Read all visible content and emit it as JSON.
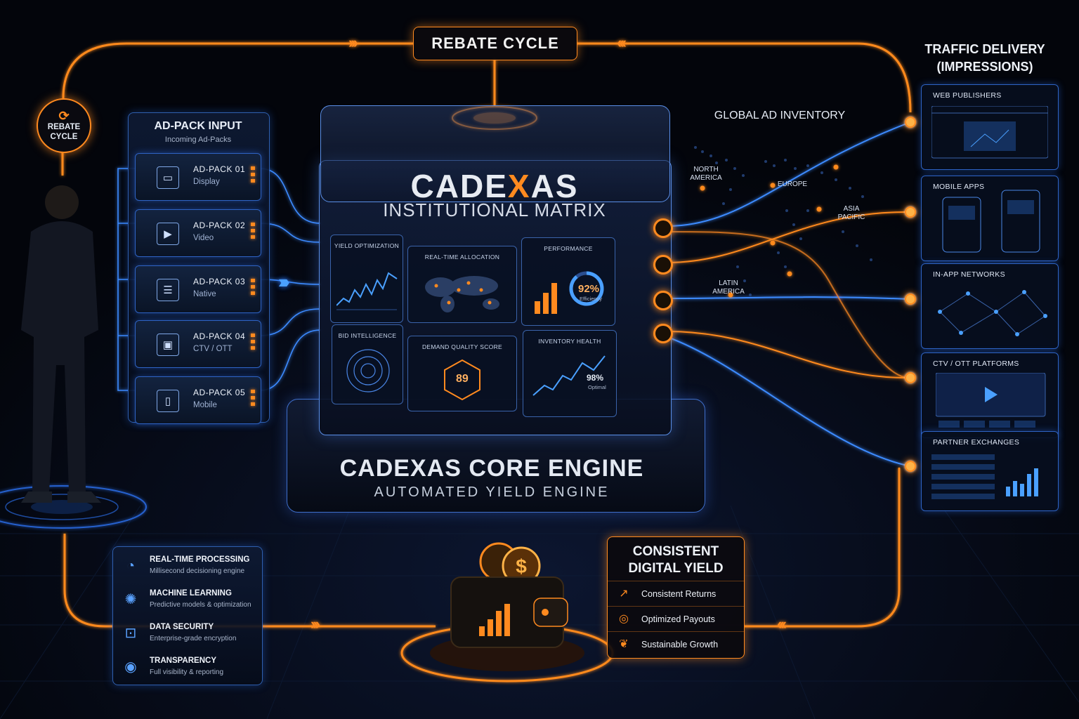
{
  "header": {
    "title": "REBATE CYCLE"
  },
  "rebate_badge": {
    "label_line1": "REBATE",
    "label_line2": "CYCLE",
    "icon": "refresh-icon"
  },
  "ad_pack_input": {
    "title": "AD-PACK INPUT",
    "subtitle": "Incoming Ad-Packs",
    "packs": [
      {
        "name": "AD-PACK 01",
        "type": "Display",
        "icon": "monitor-icon"
      },
      {
        "name": "AD-PACK 02",
        "type": "Video",
        "icon": "play-icon"
      },
      {
        "name": "AD-PACK 03",
        "type": "Native",
        "icon": "article-icon"
      },
      {
        "name": "AD-PACK 04",
        "type": "CTV / OTT",
        "icon": "tv-icon"
      },
      {
        "name": "AD-PACK 05",
        "type": "Mobile",
        "icon": "phone-icon"
      }
    ]
  },
  "matrix": {
    "brand_part1": "CADE",
    "brand_x": "X",
    "brand_part2": "AS",
    "subtitle": "INSTITUTIONAL MATRIX",
    "tiles": {
      "yield_optimization": "YIELD OPTIMIZATION",
      "real_time_allocation": "REAL-TIME ALLOCATION",
      "performance": "PERFORMANCE",
      "performance_value": "92%",
      "performance_caption": "Efficiency",
      "bid_intelligence": "BID INTELLIGENCE",
      "demand_quality_score": "DEMAND QUALITY SCORE",
      "demand_quality_value": "89",
      "inventory_health": "INVENTORY HEALTH",
      "inventory_health_value": "98%",
      "inventory_health_caption": "Optimal"
    }
  },
  "engine": {
    "title": "CADEXAS CORE ENGINE",
    "subtitle": "AUTOMATED YIELD ENGINE"
  },
  "global_inventory": {
    "title": "GLOBAL AD INVENTORY",
    "regions": {
      "north_america_1": "NORTH",
      "north_america_2": "AMERICA",
      "europe": "EUROPE",
      "asia_1": "ASIA",
      "asia_2": "PACIFIC",
      "latin_1": "LATIN",
      "latin_2": "AMERICA"
    }
  },
  "traffic_delivery": {
    "title_line1": "TRAFFIC DELIVERY",
    "title_line2": "(IMPRESSIONS)",
    "channels": [
      "WEB PUBLISHERS",
      "MOBILE APPS",
      "IN-APP NETWORKS",
      "CTV / OTT PLATFORMS",
      "PARTNER EXCHANGES"
    ]
  },
  "features": [
    {
      "title": "REAL-TIME PROCESSING",
      "desc": "Millisecond decisioning engine",
      "icon": "speedometer-icon"
    },
    {
      "title": "MACHINE LEARNING",
      "desc": "Predictive models & optimization",
      "icon": "brain-icon"
    },
    {
      "title": "DATA SECURITY",
      "desc": "Enterprise-grade encryption",
      "icon": "lock-icon"
    },
    {
      "title": "TRANSPARENCY",
      "desc": "Full visibility & reporting",
      "icon": "eye-icon"
    }
  ],
  "digital_yield": {
    "title_line1": "CONSISTENT",
    "title_line2": "DIGITAL YIELD",
    "items": [
      {
        "label": "Consistent Returns",
        "icon": "chart-up-icon"
      },
      {
        "label": "Optimized Payouts",
        "icon": "target-icon"
      },
      {
        "label": "Sustainable Growth",
        "icon": "leaf-icon"
      }
    ]
  },
  "colors": {
    "accent": "#ff8a1f",
    "blue": "#2f78ff",
    "background": "#04070f"
  }
}
